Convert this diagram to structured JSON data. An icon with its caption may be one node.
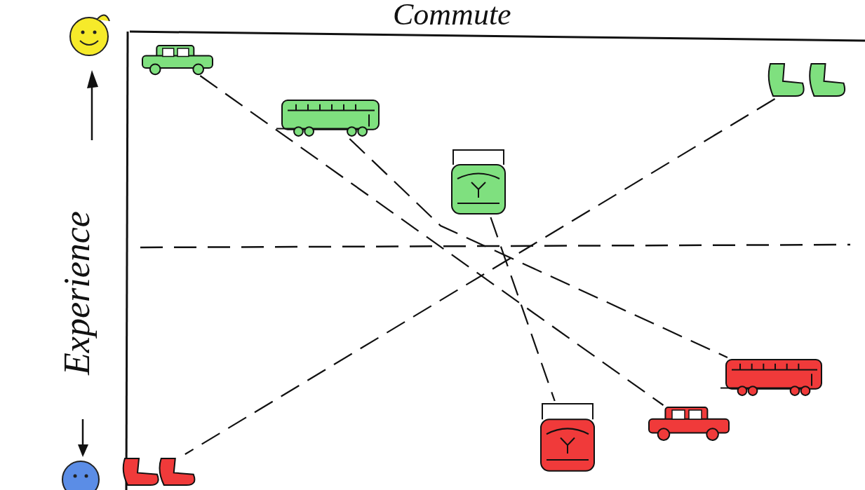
{
  "diagram": {
    "title": "Commute",
    "nodes": [
      {
        "text": [],
        "shape": "picture"
      },
      {
        "text": [],
        "shape": "picture"
      },
      {
        "text": [],
        "shape": "picture"
      },
      {
        "text": [],
        "shape": "picture"
      },
      {
        "text": [],
        "shape": "picture"
      },
      {
        "text": [],
        "shape": "picture"
      },
      {
        "text": [],
        "shape": "picture"
      },
      {
        "text": [],
        "shape": "picture"
      }
    ],
    "edges": [
      {
        "from": 0,
        "to": 5,
        "arrow": "none",
        "style": "dashed"
      },
      {
        "from": 1,
        "to": 4,
        "arrow": "none",
        "style": "dashed"
      },
      {
        "from": 2,
        "to": 6,
        "arrow": "none",
        "style": "dashed"
      },
      {
        "from": 3,
        "to": 7,
        "arrow": "none",
        "style": "dashed"
      }
    ],
    "labels": [
      "Experience"
    ]
  }
}
